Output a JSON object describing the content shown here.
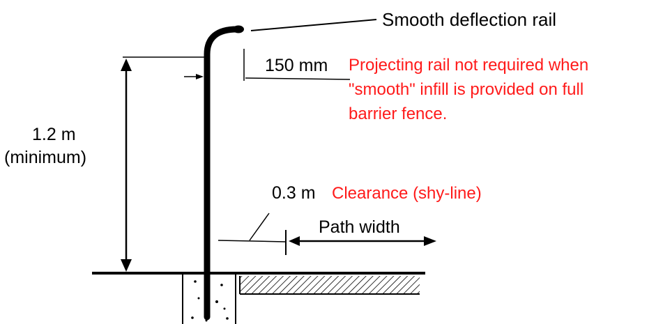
{
  "labels": {
    "rail_name": "Smooth deflection rail",
    "projection_dim": "150 mm",
    "note_line1": "Projecting rail not required when",
    "note_line2": "\"smooth\" infill is provided on full",
    "note_line3": "barrier fence.",
    "height_value": "1.2 m",
    "height_qualifier": "(minimum)",
    "clearance_dim": "0.3 m",
    "clearance_name": "Clearance (shy-line)",
    "path_width": "Path width"
  },
  "colors": {
    "ink": "#000000",
    "note_red": "#ff1a1a"
  }
}
